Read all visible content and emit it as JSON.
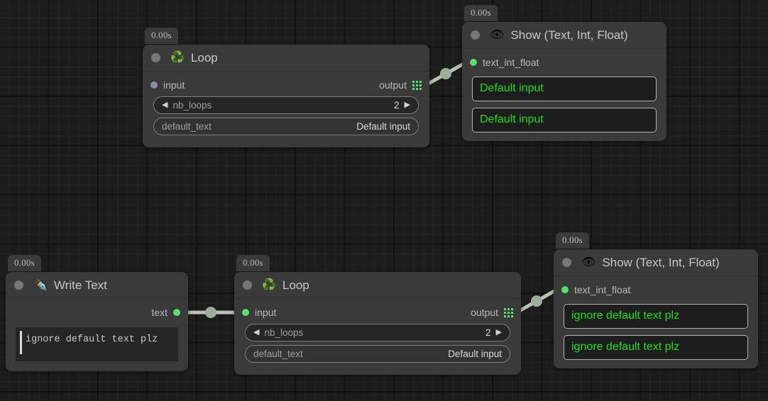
{
  "app": {
    "name": "node-graph-editor"
  },
  "canvas": {
    "background": "#1c1c1c",
    "grid_minor_color": "#232323",
    "grid_major_color": "#111111"
  },
  "palette": {
    "node_bg": "#3a3a3a",
    "node_body": "#3a3a3a",
    "title_text": "#c6c6c6",
    "label_text": "#b8b8b8",
    "socket_green": "#55e070",
    "socket_grey": "#8a8fa0",
    "display_green": "#1ae01a",
    "wire": "#b6c4b2",
    "badge_bg": "#3a3a3a"
  },
  "nodes": [
    {
      "id": "loop-top",
      "badge": "0.00s",
      "icon": "recycle-icon",
      "icon_glyph": "♻️",
      "title": "Loop",
      "input": {
        "label": "input",
        "state": "grey"
      },
      "output": {
        "label": "output",
        "icon": "list-grid-icon"
      },
      "params": [
        {
          "name": "nb_loops",
          "value": "2",
          "type": "stepper",
          "left_arrow": "◀",
          "right_arrow": "▶"
        },
        {
          "name": "default_text",
          "value": "Default input",
          "type": "text"
        }
      ]
    },
    {
      "id": "show-top",
      "badge": "0.00s",
      "icon": "eye-icon",
      "icon_glyph": "👁",
      "title": "Show (Text, Int, Float)",
      "input": {
        "label": "text_int_float",
        "state": "green"
      },
      "displays": [
        "Default input",
        "Default input"
      ]
    },
    {
      "id": "write-text",
      "badge": "0.00s",
      "icon": "pen-nib-icon",
      "icon_glyph": "✒️",
      "title": "Write Text",
      "output": {
        "label": "text",
        "state": "green"
      },
      "editor": {
        "value": "ignore default text plz",
        "caret": true
      }
    },
    {
      "id": "loop-bottom",
      "badge": "0.00s",
      "icon": "recycle-icon",
      "icon_glyph": "♻️",
      "title": "Loop",
      "input": {
        "label": "input",
        "state": "green"
      },
      "output": {
        "label": "output",
        "icon": "list-grid-icon"
      },
      "params": [
        {
          "name": "nb_loops",
          "value": "2",
          "type": "stepper",
          "left_arrow": "◀",
          "right_arrow": "▶"
        },
        {
          "name": "default_text",
          "value": "Default input",
          "type": "text"
        }
      ]
    },
    {
      "id": "show-bottom",
      "badge": "0.00s",
      "icon": "eye-icon",
      "icon_glyph": "👁",
      "title": "Show (Text, Int, Float)",
      "input": {
        "label": "text_int_float",
        "state": "green"
      },
      "displays": [
        "ignore default text plz",
        "ignore default text plz"
      ]
    }
  ],
  "connections": [
    {
      "id": "loop-top-to-show-top",
      "from": "loop-top.output",
      "to": "show-top.text_int_float"
    },
    {
      "id": "write-text-to-loop-bottom",
      "from": "write-text.text",
      "to": "loop-bottom.input"
    },
    {
      "id": "loop-bottom-to-show-bottom",
      "from": "loop-bottom.output",
      "to": "show-bottom.text_int_float"
    }
  ]
}
